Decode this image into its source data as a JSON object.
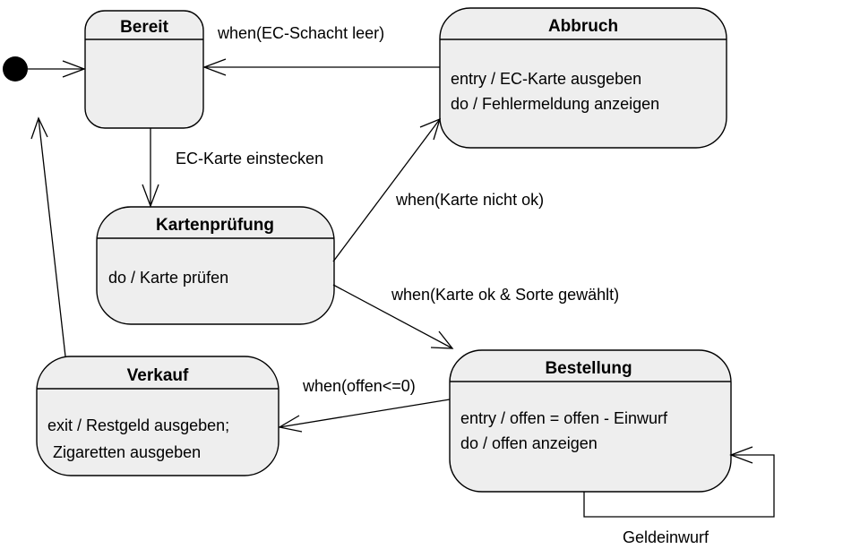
{
  "states": {
    "bereit": {
      "title": "Bereit",
      "actions": []
    },
    "abbruch": {
      "title": "Abbruch",
      "actions": [
        "entry / EC-Karte ausgeben",
        "do / Fehlermeldung anzeigen"
      ]
    },
    "kartenpruefung": {
      "title": "Kartenprüfung",
      "actions": [
        "do / Karte prüfen"
      ]
    },
    "bestellung": {
      "title": "Bestellung",
      "actions": [
        "entry / offen = offen - Einwurf",
        "do / offen anzeigen"
      ]
    },
    "verkauf": {
      "title": "Verkauf",
      "actions": [
        "exit / Restgeld ausgeben;",
        "Zigaretten ausgeben"
      ]
    }
  },
  "transitions": {
    "abbruch_to_bereit": "when(EC-Schacht leer)",
    "bereit_to_kartenpruefung": "EC-Karte einstecken",
    "kartenpruefung_to_abbruch": "when(Karte nicht ok)",
    "kartenpruefung_to_bestellung": "when(Karte ok & Sorte gewählt)",
    "bestellung_to_verkauf": "when(offen<=0)",
    "bestellung_self": "Geldeinwurf"
  }
}
